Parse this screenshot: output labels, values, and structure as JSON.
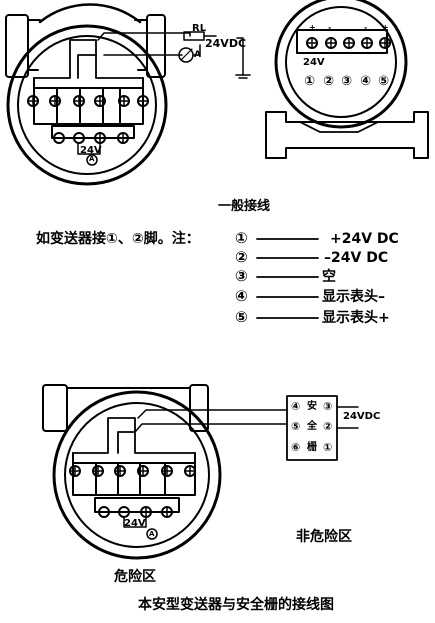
{
  "diagram": {
    "general": {
      "title": "一般接线",
      "power_label": "24VDC",
      "load_resistor": "RL",
      "ammeter": "A",
      "terminal_voltage": "24V",
      "terminal_plus": "+",
      "terminal_minus": "−",
      "right_head_voltage": "24V",
      "right_head_signs": [
        "+",
        "-",
        "-",
        "+"
      ],
      "right_head_numbers": [
        "①",
        "②",
        "③",
        "④",
        "⑤"
      ]
    },
    "note": {
      "intro": "如变送器接①、②脚。注：",
      "pins": [
        {
          "num": "①",
          "meaning": "+24V DC"
        },
        {
          "num": "②",
          "meaning": "–24V DC"
        },
        {
          "num": "③",
          "meaning": "空"
        },
        {
          "num": "④",
          "meaning": "显示表头–"
        },
        {
          "num": "⑤",
          "meaning": "显示表头+"
        }
      ]
    },
    "barrier": {
      "row1_left": "④",
      "row1_mid": "安",
      "row1_right": "③",
      "row2_left": "⑤",
      "row2_mid": "全",
      "row2_right": "②",
      "row3_left": "⑥",
      "row3_mid": "栅",
      "row3_right": "①",
      "supply": "24VDC",
      "terminal_voltage": "24V",
      "ammeter": "A",
      "safe_zone": "非危险区",
      "hazard_zone": "危险区",
      "caption": "本安型变送器与安全栅的接线图"
    }
  }
}
